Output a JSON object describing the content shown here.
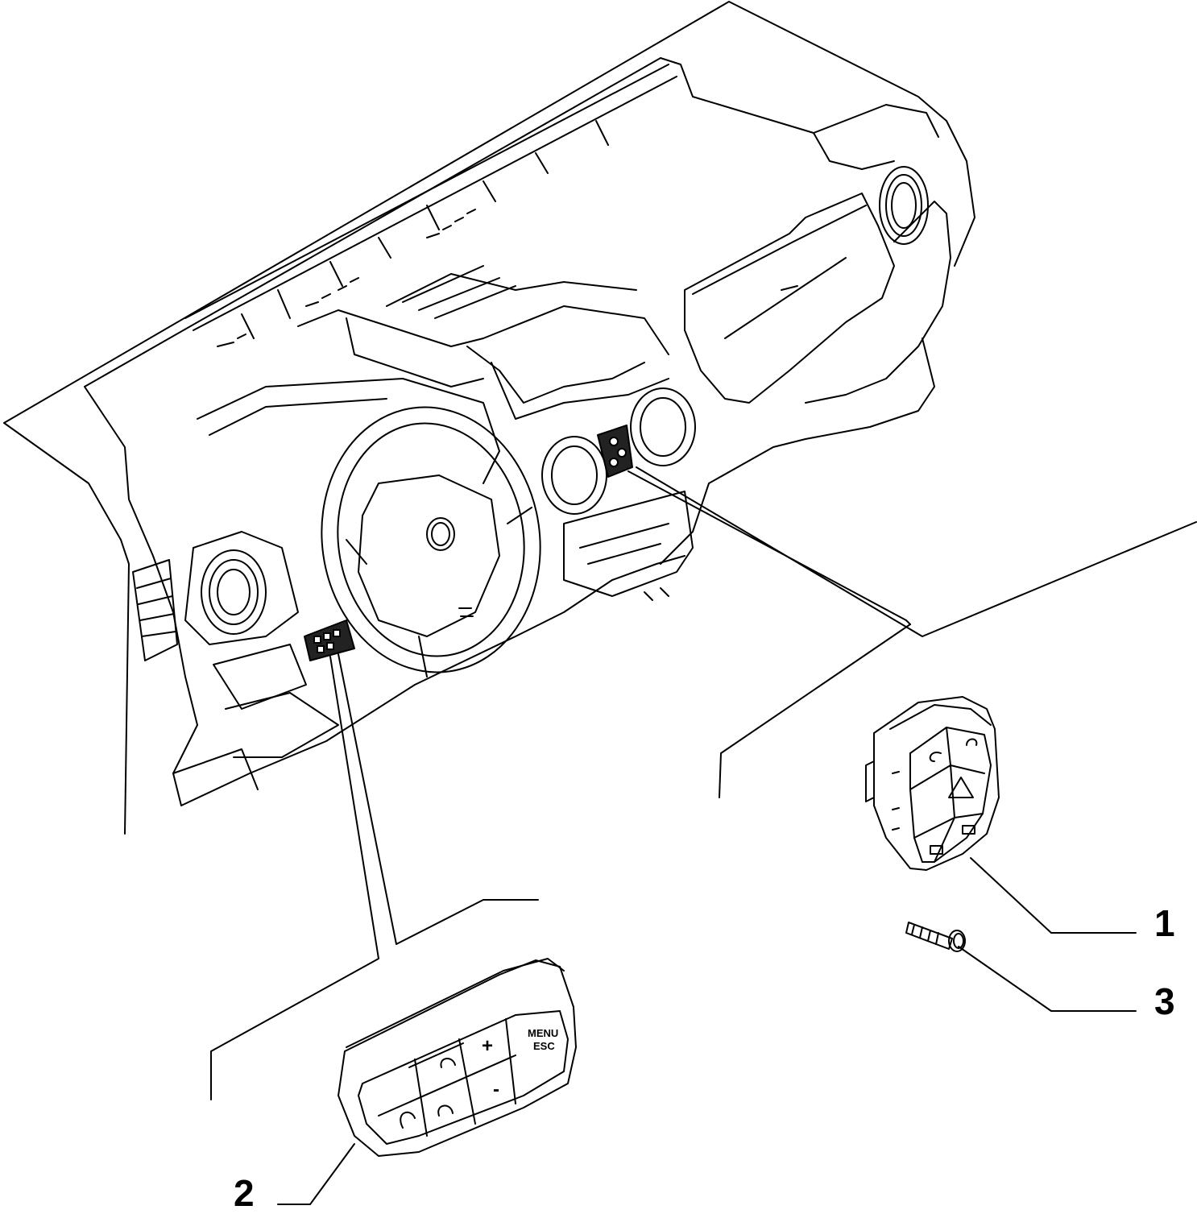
{
  "callouts": [
    {
      "number": "1",
      "part": "steering-wheel-right-switch-module"
    },
    {
      "number": "2",
      "part": "dashboard-left-switch-panel"
    },
    {
      "number": "3",
      "part": "fixing-screw"
    }
  ],
  "panel2": {
    "menu_label": "MENU",
    "esc_label": "ESC",
    "plus_label": "+",
    "minus_label": "-"
  },
  "colors": {
    "line": "#000000",
    "background": "#ffffff"
  }
}
